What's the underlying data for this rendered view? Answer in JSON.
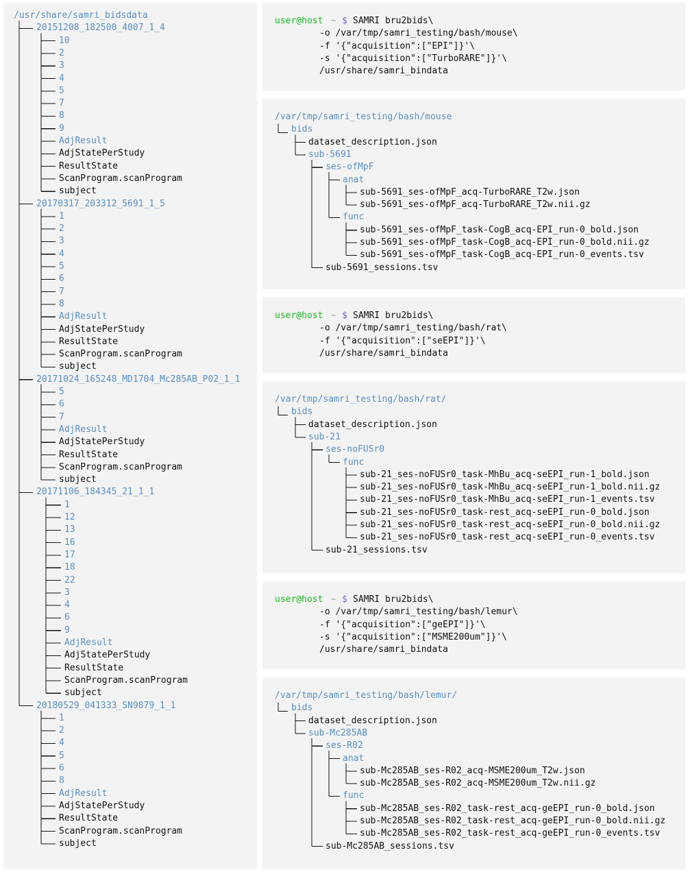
{
  "left_tree": {
    "root": "/usr/share/samri_bidsdata",
    "sessions": [
      {
        "name": "20151208_182500_4007_1_4",
        "dirs": [
          "10",
          "2",
          "3",
          "4",
          "5",
          "7",
          "8",
          "9",
          "AdjResult"
        ],
        "files": [
          "AdjStatePerStudy",
          "ResultState",
          "ScanProgram.scanProgram",
          "subject"
        ]
      },
      {
        "name": "20170317_203312_5691_1_5",
        "dirs": [
          "1",
          "2",
          "3",
          "4",
          "5",
          "6",
          "7",
          "8",
          "AdjResult"
        ],
        "files": [
          "AdjStatePerStudy",
          "ResultState",
          "ScanProgram.scanProgram",
          "subject"
        ]
      },
      {
        "name": "20171024_165248_MD1704_Mc285AB_P02_1_1",
        "dirs": [
          "5",
          "6",
          "7",
          "AdjResult"
        ],
        "files": [
          "AdjStatePerStudy",
          "ResultState",
          "ScanProgram.scanProgram",
          "subject"
        ]
      },
      {
        "name": "20171106_184345_21_1_1",
        "dirs": [
          "1",
          "12",
          "13",
          "16",
          "17",
          "18",
          "22",
          "3",
          "4",
          "6",
          "9",
          "AdjResult"
        ],
        "files": [
          "AdjStatePerStudy",
          "ResultState",
          "ScanProgram.scanProgram",
          "subject"
        ]
      },
      {
        "name": "20180529_041333_SN9879_1_1",
        "dirs": [
          "1",
          "2",
          "4",
          "5",
          "6",
          "8",
          "AdjResult"
        ],
        "files": [
          "AdjStatePerStudy",
          "ResultState",
          "ScanProgram.scanProgram",
          "subject"
        ]
      }
    ]
  },
  "prompt": {
    "user": "user@host",
    "tilde": "~",
    "dollar": "$"
  },
  "commands": {
    "mouse": [
      "SAMRI bru2bids\\",
      "-o /var/tmp/samri_testing/bash/mouse\\",
      "-f '{\"acquisition\":[\"EPI\"]}'\\",
      "-s '{\"acquisition\":[\"TurboRARE\"]}'\\",
      "/usr/share/samri_bindata"
    ],
    "rat": [
      "SAMRI bru2bids\\",
      "-o /var/tmp/samri_testing/bash/rat\\",
      "-f '{\"acquisition\":[\"seEPI\"]}'\\",
      "/usr/share/samri_bindata"
    ],
    "lemur": [
      "SAMRI bru2bids\\",
      "-o /var/tmp/samri_testing/bash/lemur\\",
      "-f '{\"acquisition\":[\"geEPI\"]}'\\",
      "-s '{\"acquisition\":[\"MSME200um\"]}'\\",
      "/usr/share/samri_bindata"
    ]
  },
  "outputs": {
    "mouse": {
      "root": "/var/tmp/samri_testing/bash/mouse",
      "bids": "bids",
      "dataset_description": "dataset_description.json",
      "subject": "sub-5691",
      "session": "ses-ofMpF",
      "anat": "anat",
      "anat_files": [
        "sub-5691_ses-ofMpF_acq-TurboRARE_T2w.json",
        "sub-5691_ses-ofMpF_acq-TurboRARE_T2w.nii.gz"
      ],
      "func": "func",
      "func_files": [
        "sub-5691_ses-ofMpF_task-CogB_acq-EPI_run-0_bold.json",
        "sub-5691_ses-ofMpF_task-CogB_acq-EPI_run-0_bold.nii.gz",
        "sub-5691_ses-ofMpF_task-CogB_acq-EPI_run-0_events.tsv"
      ],
      "sessions_tsv": "sub-5691_sessions.tsv"
    },
    "rat": {
      "root": "/var/tmp/samri_testing/bash/rat/",
      "bids": "bids",
      "dataset_description": "dataset_description.json",
      "subject": "sub-21",
      "session": "ses-noFUSr0",
      "func": "func",
      "func_files": [
        "sub-21_ses-noFUSr0_task-MhBu_acq-seEPI_run-1_bold.json",
        "sub-21_ses-noFUSr0_task-MhBu_acq-seEPI_run-1_bold.nii.gz",
        "sub-21_ses-noFUSr0_task-MhBu_acq-seEPI_run-1_events.tsv",
        "sub-21_ses-noFUSr0_task-rest_acq-seEPI_run-0_bold.json",
        "sub-21_ses-noFUSr0_task-rest_acq-seEPI_run-0_bold.nii.gz",
        "sub-21_ses-noFUSr0_task-rest_acq-seEPI_run-0_events.tsv"
      ],
      "sessions_tsv": "sub-21_sessions.tsv"
    },
    "lemur": {
      "root": "/var/tmp/samri_testing/bash/lemur/",
      "bids": "bids",
      "dataset_description": "dataset_description.json",
      "subject": "sub-Mc285AB",
      "session": "ses-R02",
      "anat": "anat",
      "anat_files": [
        "sub-Mc285AB_ses-R02_acq-MSME200um_T2w.json",
        "sub-Mc285AB_ses-R02_acq-MSME200um_T2w.nii.gz"
      ],
      "func": "func",
      "func_files": [
        "sub-Mc285AB_ses-R02_task-rest_acq-geEPI_run-0_bold.json",
        "sub-Mc285AB_ses-R02_task-rest_acq-geEPI_run-0_bold.nii.gz",
        "sub-Mc285AB_ses-R02_task-rest_acq-geEPI_run-0_events.tsv"
      ],
      "sessions_tsv": "sub-Mc285AB_sessions.tsv"
    }
  },
  "colors": {
    "panel": "#f3f3f3",
    "dir": "#5a8fc3",
    "prompt_user": "#19b51f",
    "prompt_dollar": "#6b6bd6",
    "tilde": "#9aa0a6"
  }
}
